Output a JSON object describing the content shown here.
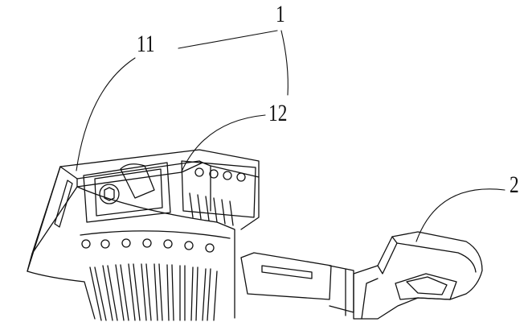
{
  "figure": {
    "labels": {
      "part_1": "1",
      "part_11": "11",
      "part_12": "12",
      "part_2": "2"
    },
    "colors": {
      "ink": "#111111",
      "paper": "#ffffff"
    }
  }
}
